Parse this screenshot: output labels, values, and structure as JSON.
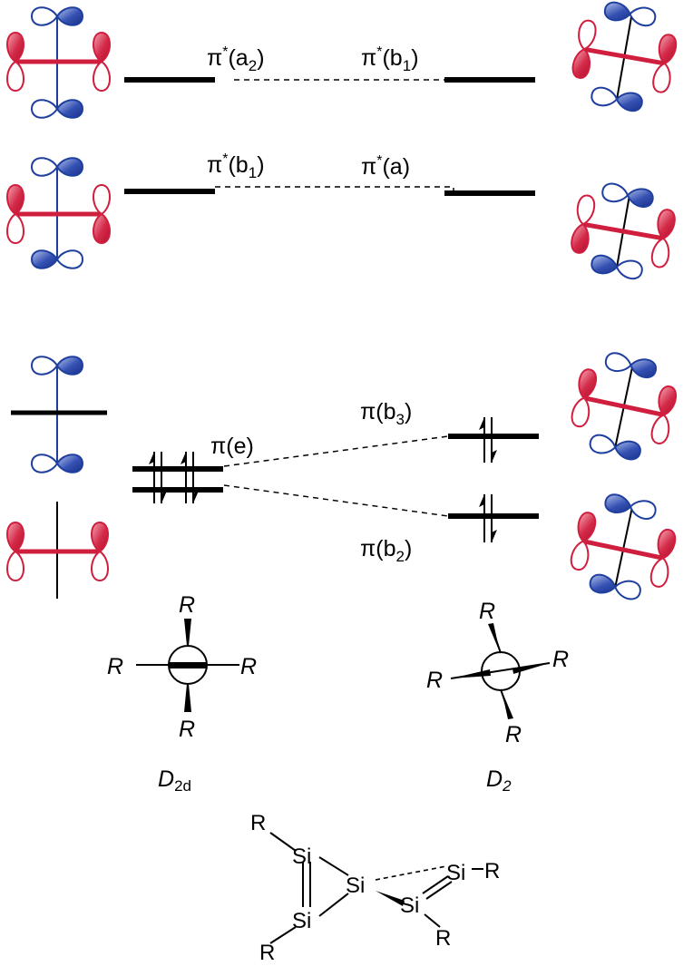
{
  "labels": {
    "pi_star_a2": {
      "main": "π",
      "sup": "*",
      "open": "(a",
      "sub": "2",
      "close": ")"
    },
    "pi_star_b1_right": {
      "main": "π",
      "sup": "*",
      "open": "(b",
      "sub": "1",
      "close": ")"
    },
    "pi_star_b1_left": {
      "main": "π",
      "sup": "*",
      "open": "(b",
      "sub": "1",
      "close": ")"
    },
    "pi_star_a": {
      "main": "π",
      "sup": "*",
      "text": "(a)"
    },
    "pi_e": "π(e)",
    "pi_b3": {
      "main": "π(b",
      "sub": "3",
      "close": ")"
    },
    "pi_b2": {
      "main": "π(b",
      "sub": "2",
      "close": ")"
    }
  },
  "newman": {
    "d2d": {
      "substituent": "R",
      "symmetry": {
        "main": "D",
        "sub": "2d"
      }
    },
    "d2": {
      "substituent": "R",
      "symmetry": {
        "main": "D",
        "sub": "2"
      }
    }
  },
  "structure": {
    "atoms": [
      "R",
      "Si",
      "Si",
      "Si",
      "Si",
      "Si",
      "R",
      "R",
      "R"
    ]
  },
  "colors": {
    "red": "#d01e3e",
    "blue": "#1f3f9f"
  }
}
